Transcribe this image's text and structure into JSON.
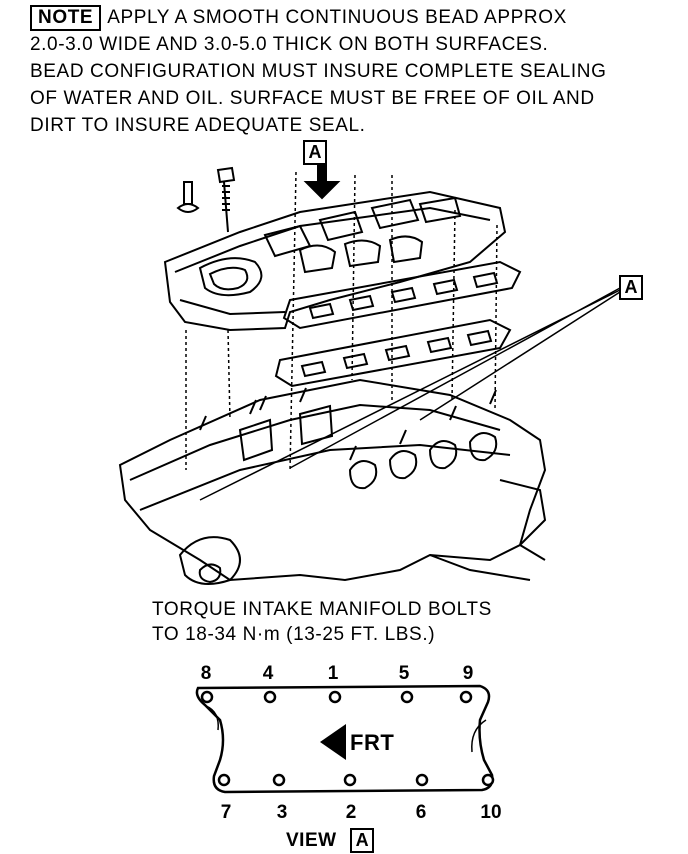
{
  "note": {
    "label": "NOTE",
    "text": "APPLY A SMOOTH CONTINUOUS BEAD APPROX\n2.0-3.0 WIDE AND 3.0-5.0 THICK ON BOTH SURFACES.\nBEAD CONFIGURATION MUST INSURE COMPLETE SEALING\nOF WATER AND OIL. SURFACE MUST BE FREE OF OIL AND\nDIRT TO INSURE ADEQUATE SEAL."
  },
  "callout_a_top": "A",
  "callout_a_right": "A",
  "caption": {
    "line1": "TORQUE INTAKE MANIFOLD BOLTS",
    "line2": "TO 18-34 N·m (13-25 FT. LBS.)"
  },
  "sequence": {
    "top": [
      "8",
      "4",
      "1",
      "5",
      "9"
    ],
    "bottom": [
      "7",
      "3",
      "2",
      "6",
      "10"
    ],
    "direction_label": "FRT",
    "view_label": "VIEW",
    "view_letter": "A"
  }
}
